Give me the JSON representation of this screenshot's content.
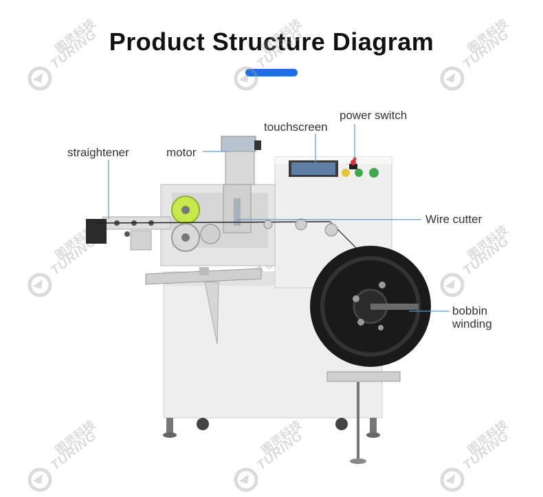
{
  "header": {
    "title": "Product Structure Diagram",
    "accent_color": "#1e6fe6"
  },
  "watermark": {
    "cn_text": "图灵科技",
    "en_text": "TURING"
  },
  "labels": {
    "straightener": "straightener",
    "motor": "motor",
    "touchscreen": "touchscreen",
    "power_switch": "power switch",
    "wire_cutter": "Wire cutter",
    "bobbin_line1": "bobbin",
    "bobbin_line2": "winding"
  },
  "colors": {
    "leader_line": "#5b9bd5",
    "machine_body": "#ececec",
    "spool": "#1a1a1a",
    "green_wheel": "#c5e84a",
    "screen": "#5f7fa6"
  }
}
